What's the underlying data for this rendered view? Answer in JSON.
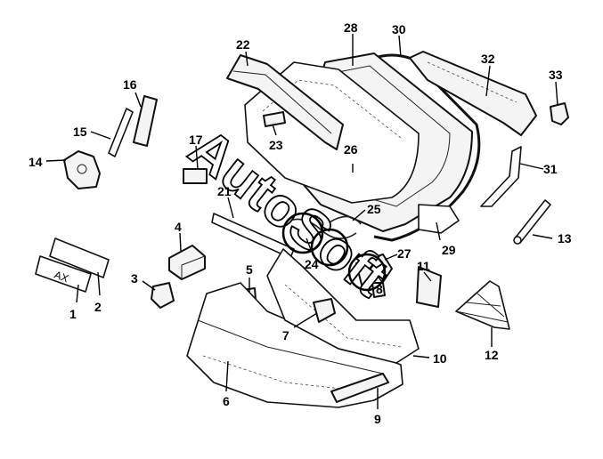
{
  "watermark": {
    "text": "AutoSoft"
  },
  "plate_text": "AX",
  "callouts": [
    "1",
    "2",
    "3",
    "4",
    "5",
    "6",
    "7",
    "8",
    "9",
    "10",
    "11",
    "12",
    "13",
    "14",
    "15",
    "16",
    "17",
    "21",
    "22",
    "23",
    "24",
    "25",
    "26",
    "27",
    "28",
    "29",
    "30",
    "31",
    "32",
    "33"
  ]
}
